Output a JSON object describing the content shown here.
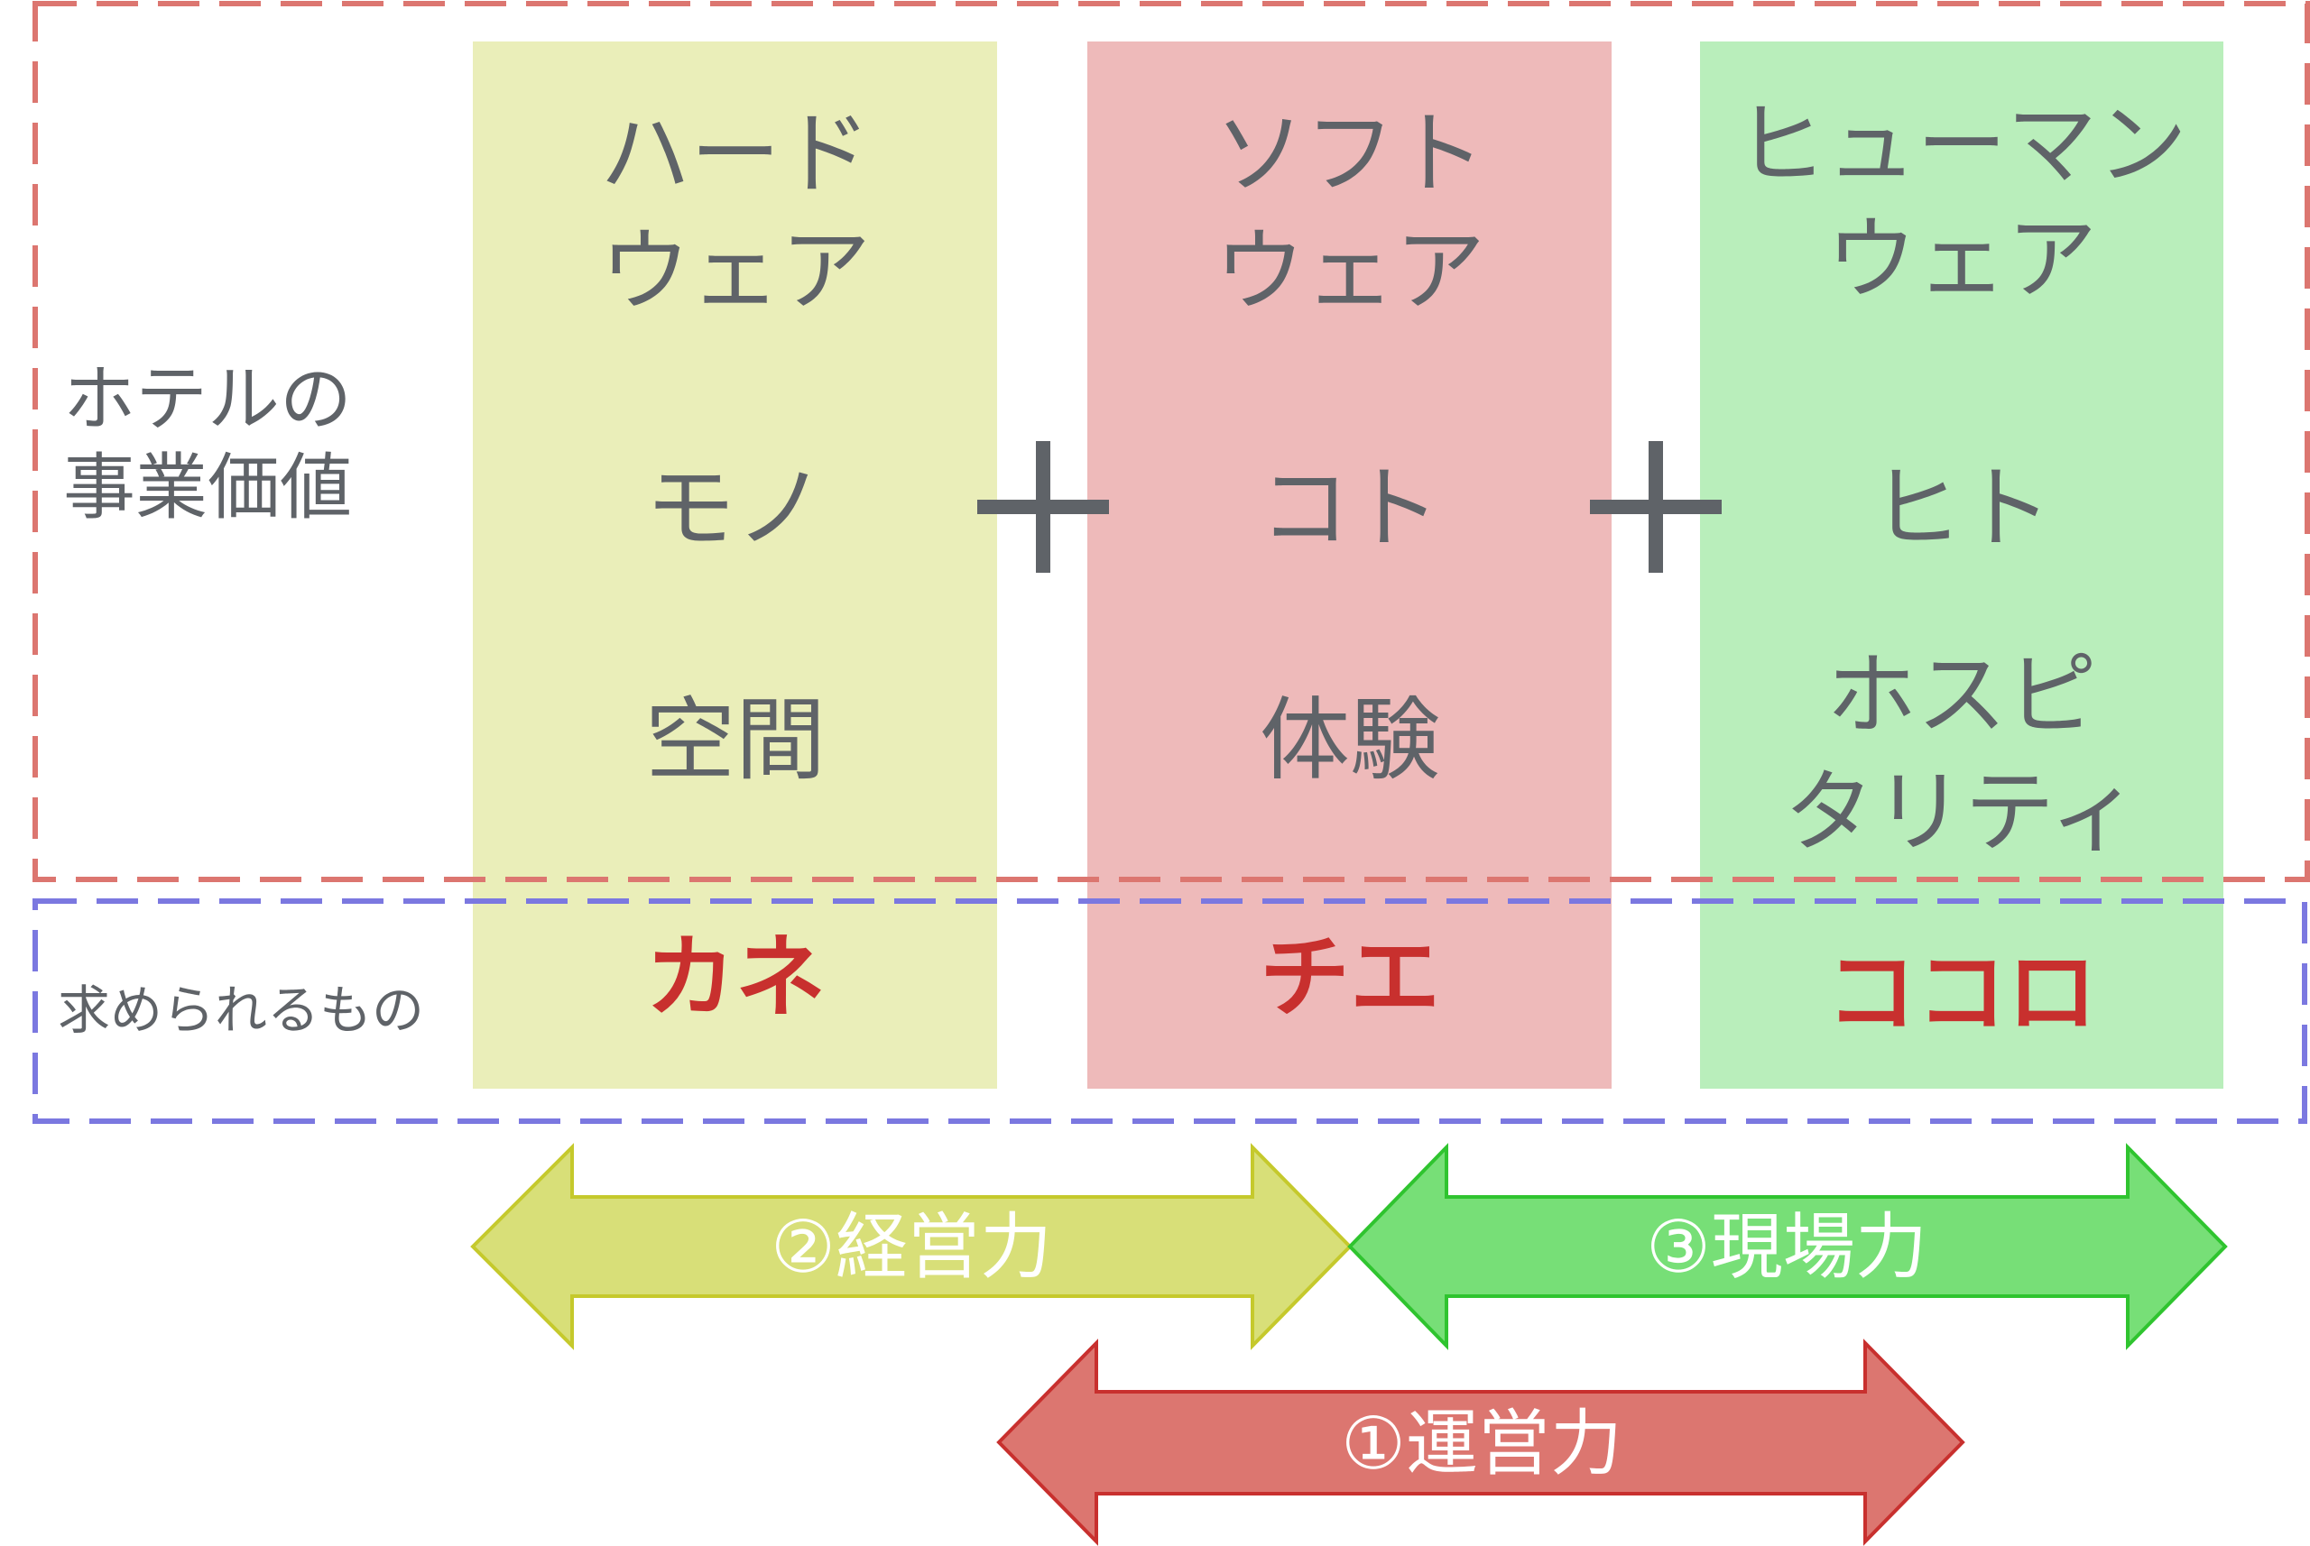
{
  "row_labels": {
    "value": [
      "ホテルの",
      "事業価値"
    ],
    "required": "求められるもの"
  },
  "columns": [
    {
      "header": [
        "ハード",
        "ウェア"
      ],
      "thing": "モノ",
      "concept": [
        "空間"
      ],
      "required": "カネ",
      "color": "#eaeeb9"
    },
    {
      "header": [
        "ソフト",
        "ウェア"
      ],
      "thing": "コト",
      "concept": [
        "体験"
      ],
      "required": "チエ",
      "color": "#eebaba"
    },
    {
      "header": [
        "ヒューマン",
        "ウェア"
      ],
      "thing": "ヒト",
      "concept": [
        "ホスピ",
        "タリティ"
      ],
      "required": "ココロ",
      "color": "#b9eebb"
    }
  ],
  "operators": [
    "＋",
    "＋"
  ],
  "arrows": {
    "management": {
      "label": "②経営力",
      "fill": "#d8df78",
      "stroke": "#c5c92c"
    },
    "field": {
      "label": "③現場力",
      "fill": "#77df77",
      "stroke": "#2fc42f"
    },
    "operation": {
      "label": "①運営力",
      "fill": "#dc7670",
      "stroke": "#c8302e"
    }
  }
}
